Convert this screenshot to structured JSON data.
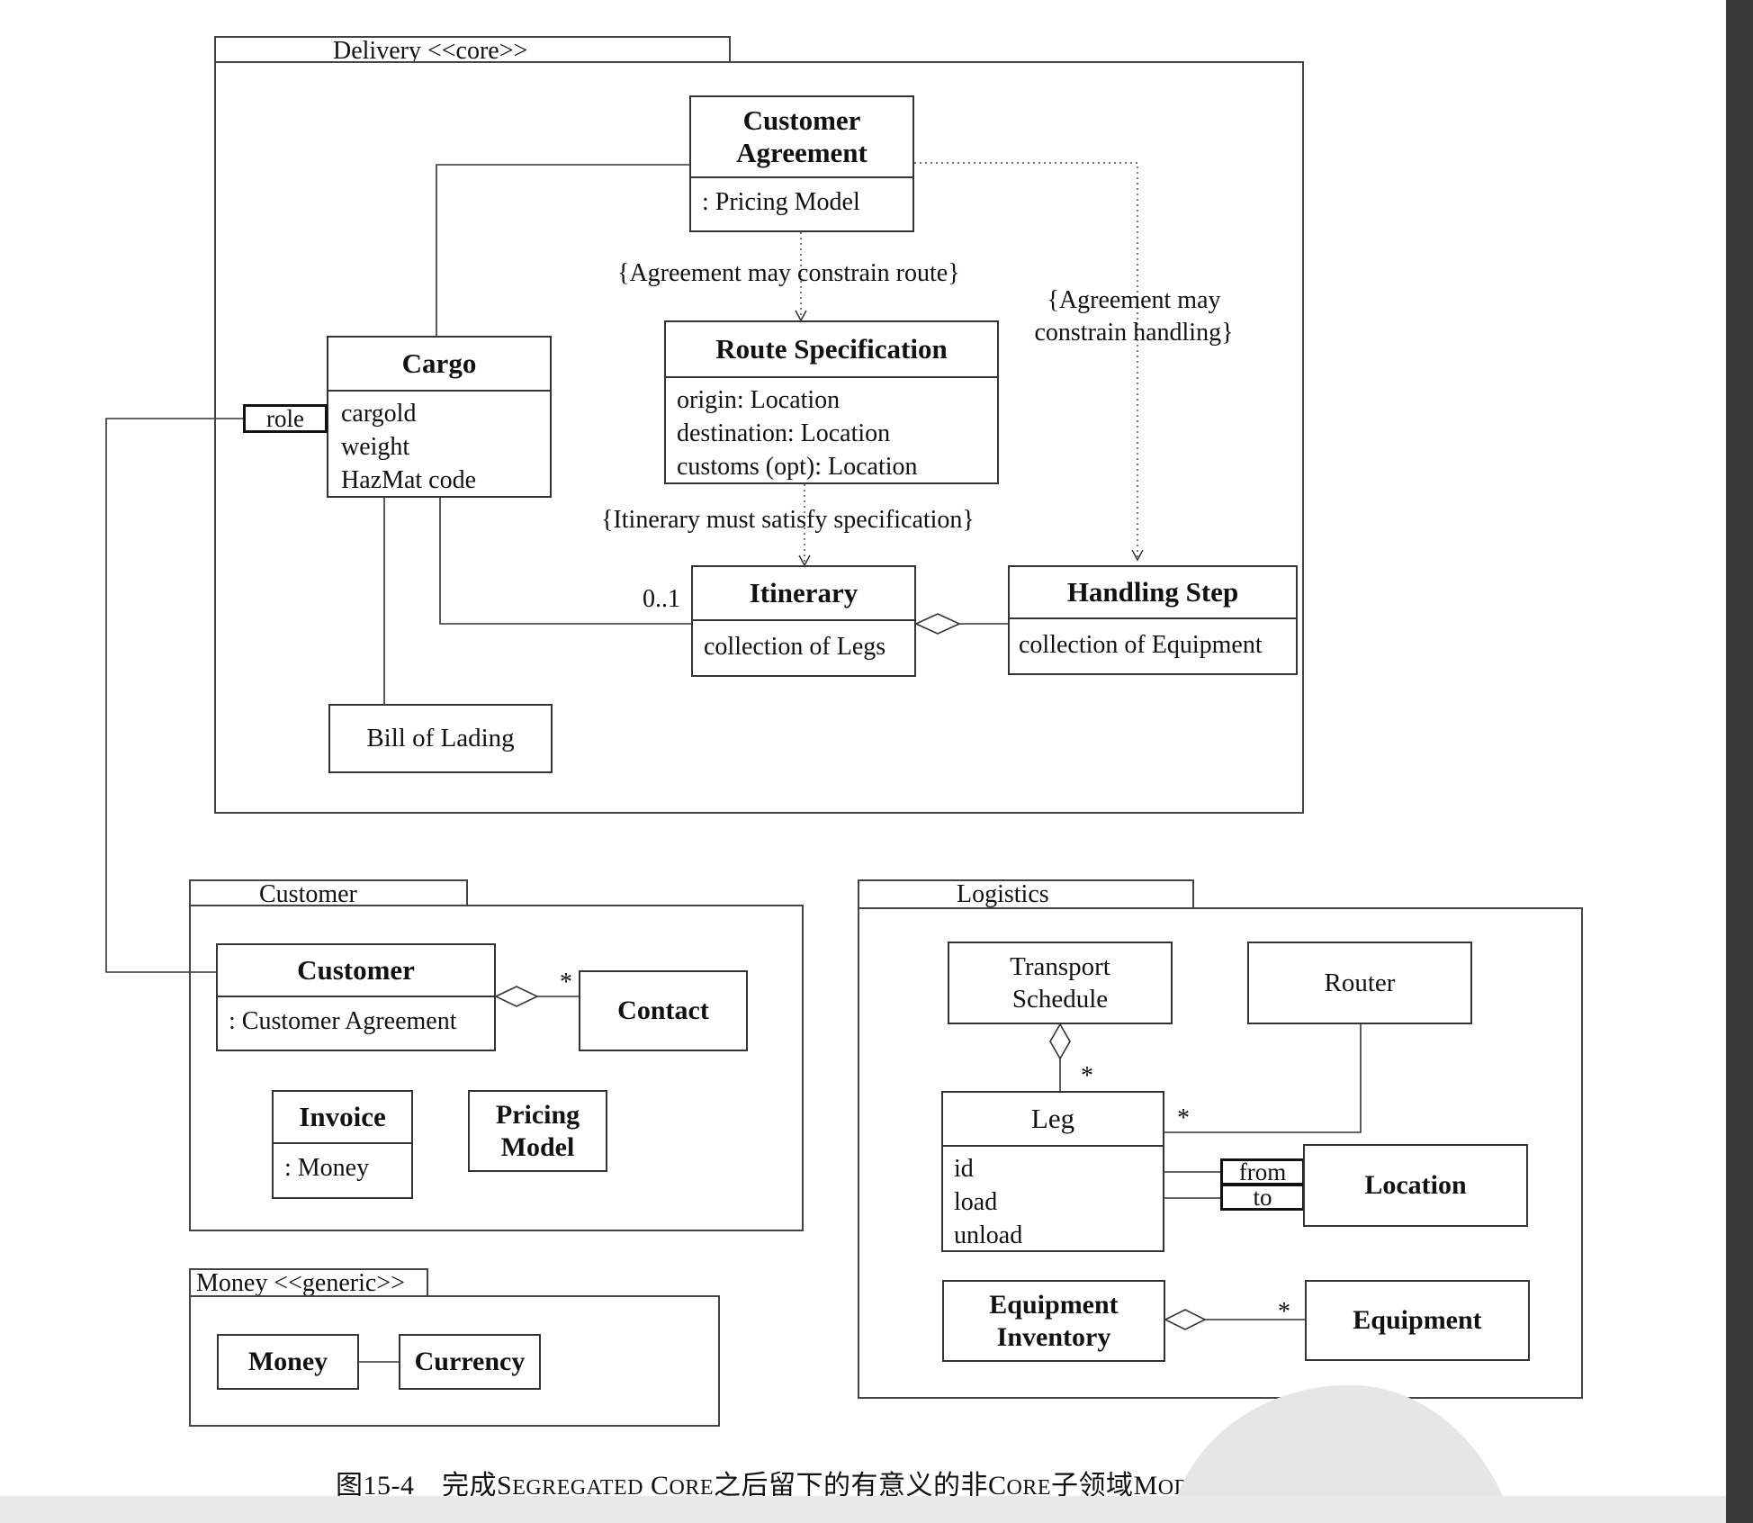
{
  "packages": {
    "delivery": "Delivery <<core>>",
    "customer": "Customer",
    "logistics": "Logistics",
    "money": "Money <<generic>>"
  },
  "delivery": {
    "customer_agreement": {
      "name_line1": "Customer",
      "name_line2": "Agreement",
      "attr": ": Pricing Model"
    },
    "cargo": {
      "name": "Cargo",
      "attrs": [
        "cargold",
        "weight",
        "HazMat code"
      ],
      "role": "role"
    },
    "route_spec": {
      "name": "Route Specification",
      "attrs": [
        "origin: Location",
        "destination: Location",
        "customs (opt): Location"
      ]
    },
    "itinerary": {
      "name": "Itinerary",
      "attr": "collection of Legs",
      "multiplicity": "0..1"
    },
    "handling_step": {
      "name": "Handling Step",
      "attr": "collection of Equipment"
    },
    "bill_of_lading": "Bill of Lading",
    "constraint_route": "{Agreement may constrain route}",
    "constraint_handling_1": "{Agreement may",
    "constraint_handling_2": "constrain handling}",
    "constraint_itinerary": "{Itinerary must satisfy specification}"
  },
  "customer_pkg": {
    "customer": {
      "name": "Customer",
      "attr": ": Customer Agreement"
    },
    "contact": "Contact",
    "contact_mult": "*",
    "invoice": {
      "name": "Invoice",
      "attr": ": Money"
    },
    "pricing_model_1": "Pricing",
    "pricing_model_2": "Model"
  },
  "logistics_pkg": {
    "transport_schedule_1": "Transport",
    "transport_schedule_2": "Schedule",
    "router": "Router",
    "leg": {
      "name": "Leg",
      "attrs": [
        "id",
        "load",
        "unload"
      ]
    },
    "leg_mult_schedule": "*",
    "leg_mult_router": "*",
    "location": "Location",
    "qual_from": "from",
    "qual_to": "to",
    "equipment_inventory_1": "Equipment",
    "equipment_inventory_2": "Inventory",
    "equipment": "Equipment",
    "equipment_mult": "*"
  },
  "money_pkg": {
    "money": "Money",
    "currency": "Currency"
  },
  "caption": {
    "prefix": "图15-4　完成",
    "seg1": "S",
    "seg1_sc": "EGREGATED",
    "seg2": " C",
    "seg2_sc": "ORE",
    "mid": "之后留下的有意义的非",
    "core": "C",
    "core_sc": "ORE",
    "mid2": "子领域",
    "mod": "M",
    "mod_sc": "ODULE"
  }
}
